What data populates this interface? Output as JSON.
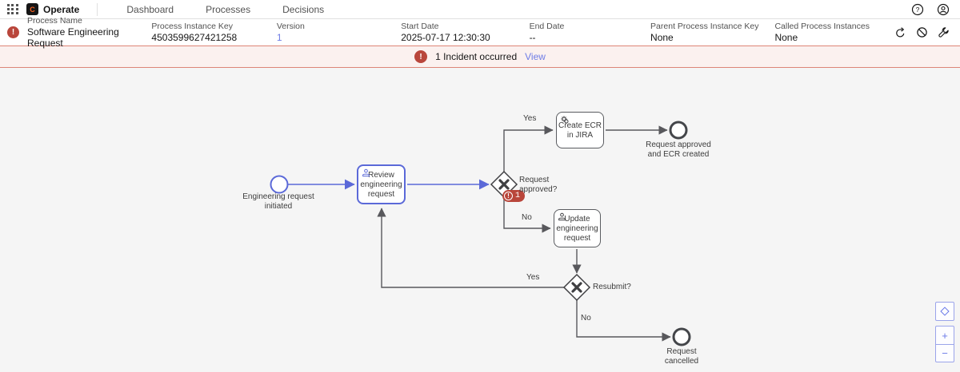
{
  "nav": {
    "app_name": "Operate",
    "logo_glyph": "C",
    "tabs": [
      {
        "label": "Dashboard"
      },
      {
        "label": "Processes"
      },
      {
        "label": "Decisions"
      }
    ]
  },
  "header": {
    "fields": [
      {
        "label": "Process Name",
        "value": "Software Engineering Request"
      },
      {
        "label": "Process Instance Key",
        "value": "4503599627421258"
      },
      {
        "label": "Version",
        "value": "1"
      },
      {
        "label": "Start Date",
        "value": "2025-07-17 12:30:30"
      },
      {
        "label": "End Date",
        "value": "--"
      },
      {
        "label": "Parent Process Instance Key",
        "value": "None"
      },
      {
        "label": "Called Process Instances",
        "value": "None"
      }
    ],
    "actions": [
      "retry-instance",
      "cancel-instance",
      "modify-instance"
    ]
  },
  "banner": {
    "text": "1 Incident occurred",
    "link": "View",
    "icon_glyph": "!"
  },
  "diagram": {
    "labels": {
      "start_event": "Engineering request initiated",
      "task_review": "Review engineering request",
      "gateway_approved": "Request approved?",
      "flow_yes_top": "Yes",
      "task_create_ecr": "Create ECR in JIRA",
      "end_approved": "Request approved and ECR created",
      "flow_no_mid": "No",
      "task_update": "Update engineering request",
      "gateway_resubmit": "Resubmit?",
      "flow_yes_loop": "Yes",
      "flow_no_bottom": "No",
      "end_cancelled": "Request cancelled"
    },
    "incident_badge": {
      "count": "1",
      "glyph": "!"
    }
  },
  "zoom_controls": {
    "zoom_in": "+",
    "zoom_out": "−"
  },
  "colors": {
    "executed_path_blue": "#5b69d8",
    "link_blue": "#6e7ce6",
    "incident_red": "#b9463b",
    "banner_bg": "#fbf1ef",
    "banner_border": "#dd8577",
    "bpmn_stroke": "#58585c",
    "diagram_bg": "#f5f5f5"
  }
}
